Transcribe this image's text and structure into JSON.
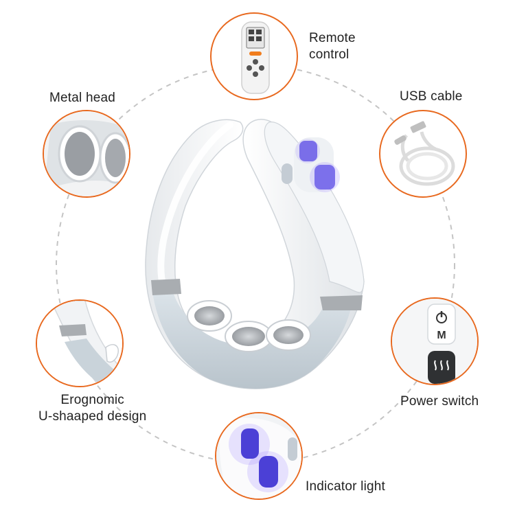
{
  "colors": {
    "accent": "#e8691f",
    "ring": "#bdbdbd",
    "device_white": "#f7f8f9",
    "device_grey": "#c9d3da",
    "indicator": "#6f5cff",
    "metal": "#a9adb1"
  },
  "callouts": [
    {
      "key": "remote",
      "label": "Remote\ncontrol"
    },
    {
      "key": "usb",
      "label": "USB cable"
    },
    {
      "key": "metal",
      "label": "Metal head"
    },
    {
      "key": "ergonomic",
      "label": "Erognomic\nU-shaaped design"
    },
    {
      "key": "power",
      "label": "Power switch"
    },
    {
      "key": "indicator",
      "label": "Indicator light"
    }
  ],
  "icons": {
    "power": "power-icon",
    "mode": "M",
    "heat": "heat-icon"
  }
}
